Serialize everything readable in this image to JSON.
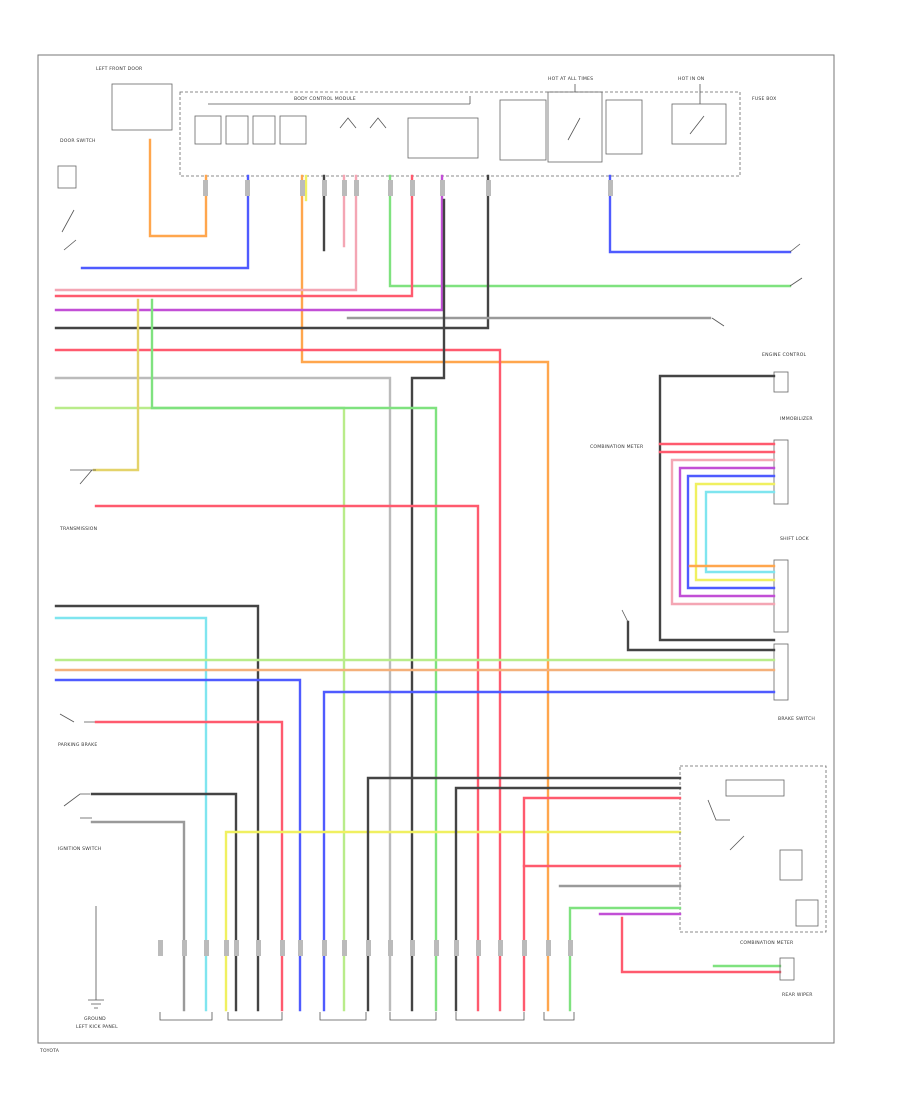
{
  "diagram": {
    "colors": {
      "red": "#ff5a6e",
      "pink": "#f4a6b4",
      "green": "#7fe27f",
      "lightgreen": "#b9ec8a",
      "blue": "#4f5bff",
      "violet": "#c24fd6",
      "orange": "#ffa64d",
      "yellow": "#f0f060",
      "cyan": "#7fe5ef",
      "black": "#444444",
      "gray": "#9a9a9a",
      "frame": "#777777"
    },
    "labels": {
      "left_front_door": "LEFT FRONT DOOR",
      "door_switch": "DOOR SWITCH",
      "body_control_module": "BODY CONTROL MODULE",
      "transmission": "TRANSMISSION",
      "ignition_switch": "IGNITION SWITCH",
      "immobilizer": "IMMOBILIZER",
      "parking_brake": "PARKING BRAKE",
      "brake_switch": "BRAKE SWITCH",
      "combination_meter": "COMBINATION METER",
      "engine_control": "ENGINE CONTROL",
      "shift_lock": "SHIFT LOCK",
      "ground": "GROUND",
      "left_kick_panel": "LEFT KICK PANEL",
      "rear_wiper": "REAR WIPER",
      "fuse_box": "FUSE BOX",
      "hot_at_all_times": "HOT AT ALL TIMES",
      "hot_in_on": "HOT IN ON",
      "footer_code": "TOYOTA"
    }
  }
}
